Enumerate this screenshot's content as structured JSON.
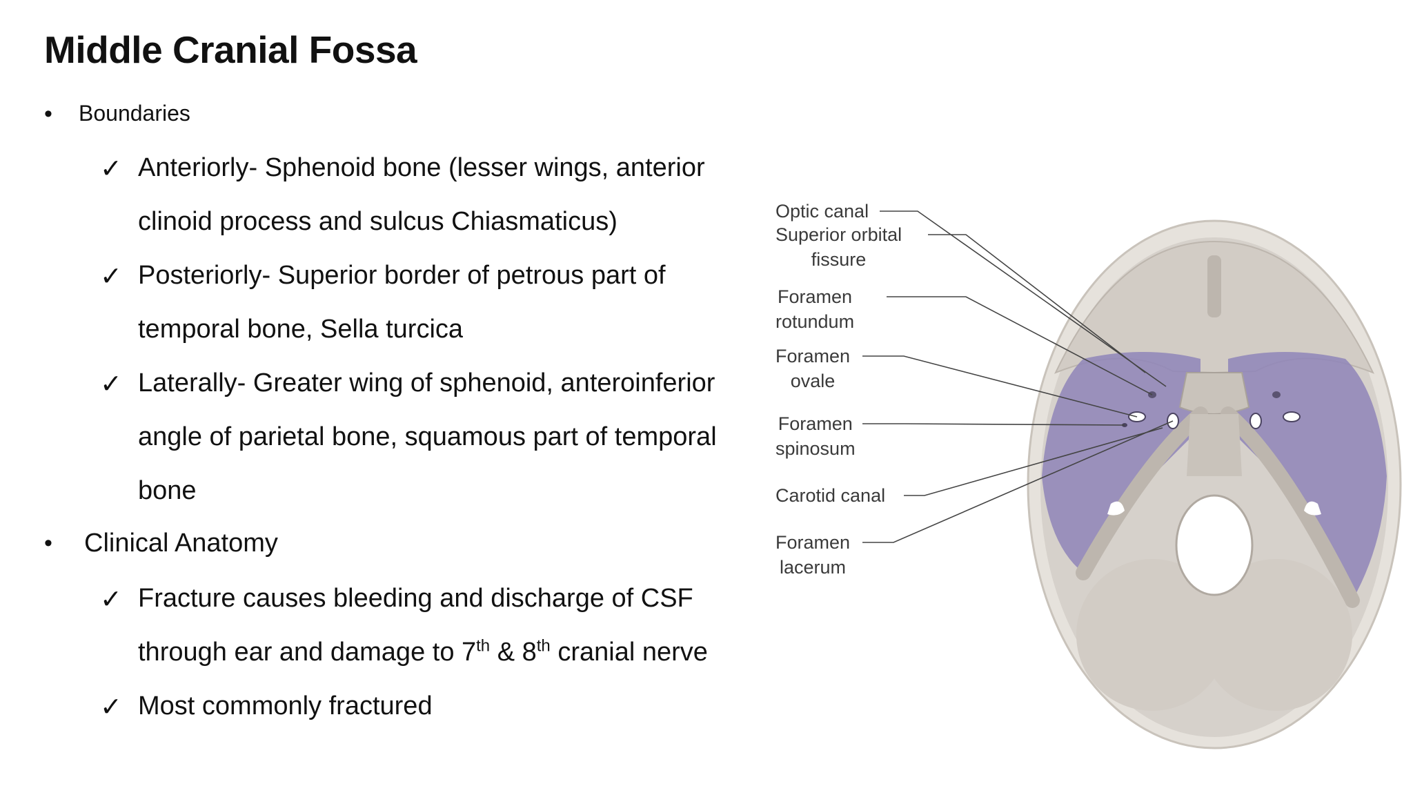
{
  "title": "Middle Cranial Fossa",
  "sections": [
    {
      "heading": "Boundaries",
      "items": [
        {
          "lines": [
            "Anteriorly- Sphenoid bone (lesser wings, anterior",
            "clinoid process and sulcus Chiasmaticus)"
          ]
        },
        {
          "lines": [
            "Posteriorly- Superior border of petrous part of",
            "temporal bone, Sella turcica"
          ]
        },
        {
          "lines": [
            "Laterally- Greater wing of sphenoid, anteroinferior",
            "angle of parietal bone, squamous part of temporal",
            "bone"
          ]
        }
      ]
    },
    {
      "heading": "Clinical Anatomy",
      "items": [
        {
          "lines": [
            "Fracture causes bleeding and discharge of CSF"
          ],
          "line2": {
            "a": "through ear and damage to 7",
            "sup1": "th",
            "b": " & 8",
            "sup2": "th",
            "c": " cranial nerve"
          }
        },
        {
          "lines": [
            "Most commonly fractured"
          ]
        }
      ]
    }
  ],
  "bullet_glyph": "•",
  "check_glyph": "✓",
  "diagram": {
    "labels": {
      "optic_canal": "Optic canal",
      "superior_orbital_fissure": [
        "Superior orbital",
        "fissure"
      ],
      "foramen_rotundum": [
        "Foramen",
        "rotundum"
      ],
      "foramen_ovale": [
        "Foramen",
        "ovale"
      ],
      "foramen_spinosum": [
        "Foramen",
        "spinosum"
      ],
      "carotid_canal": "Carotid canal",
      "foramen_lacerum": [
        "Foramen",
        "lacerum"
      ]
    },
    "colors": {
      "bone": "#d6d1cb",
      "bone_dark": "#bdb6ae",
      "rim": "#e6e2dc",
      "fossa": "#8f85b8",
      "leader": "#444444"
    }
  }
}
